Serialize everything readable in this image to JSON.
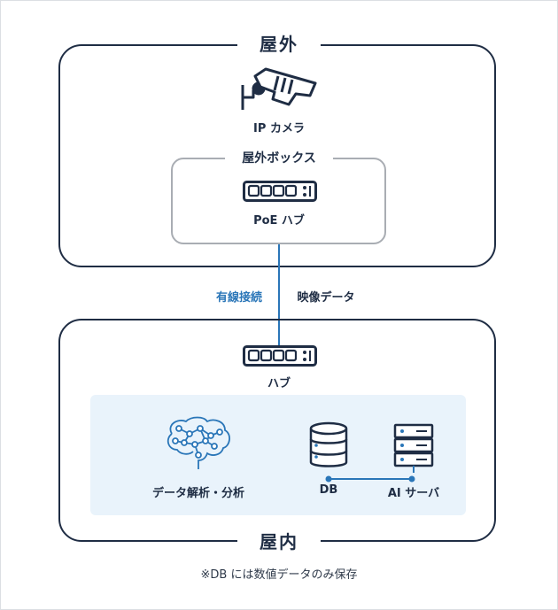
{
  "outdoor": {
    "title": "屋外"
  },
  "camera": {
    "label": "IP カメラ",
    "icon": "security-camera-icon"
  },
  "outdoor_box": {
    "title": "屋外ボックス"
  },
  "poe_hub": {
    "label": "PoE ハブ",
    "icon": "network-switch-icon"
  },
  "connection": {
    "wired_label": "有線接続",
    "data_label": "映像データ"
  },
  "indoor": {
    "title": "屋内"
  },
  "hub": {
    "label": "ハブ",
    "icon": "network-switch-icon"
  },
  "analysis": {
    "label": "データ解析・分析",
    "icon": "ai-brain-icon"
  },
  "db": {
    "label": "DB",
    "icon": "database-icon"
  },
  "ai_server": {
    "label": "AI サーバ",
    "icon": "server-icon"
  },
  "note": "※DB には数値データのみ保存",
  "colors": {
    "navy": "#1f2d44",
    "blue": "#2a76b8",
    "panel": "#e9f3fb",
    "gray": "#a9adb3"
  }
}
